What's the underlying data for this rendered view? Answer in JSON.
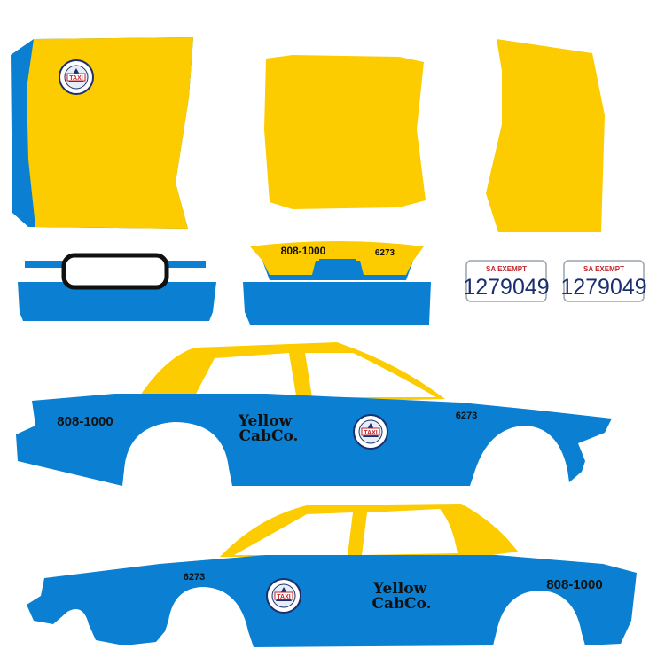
{
  "colors": {
    "yellow": "#FCCB00",
    "blue": "#0B7FD1",
    "window": "#FFFFFF",
    "text": "#111111",
    "plate_red": "#C0262D",
    "plate_blue": "#1A2F6E"
  },
  "icons": {
    "emblem": "city-taxi-seal-icon"
  },
  "back_panel": {
    "phone": "808-1000",
    "unit": "6273"
  },
  "plates": [
    {
      "header": "SA EXEMPT",
      "number": "1279049"
    },
    {
      "header": "SA EXEMPT",
      "number": "1279049"
    }
  ],
  "side_right": {
    "phone": "808-1000",
    "brand_line1": "Yellow",
    "brand_line2": "CabCo.",
    "unit": "6273"
  },
  "side_left": {
    "phone": "808-1000",
    "brand_line1": "Yellow",
    "brand_line2": "CabCo.",
    "unit": "6273"
  },
  "seal": {
    "text": "TAXI"
  }
}
